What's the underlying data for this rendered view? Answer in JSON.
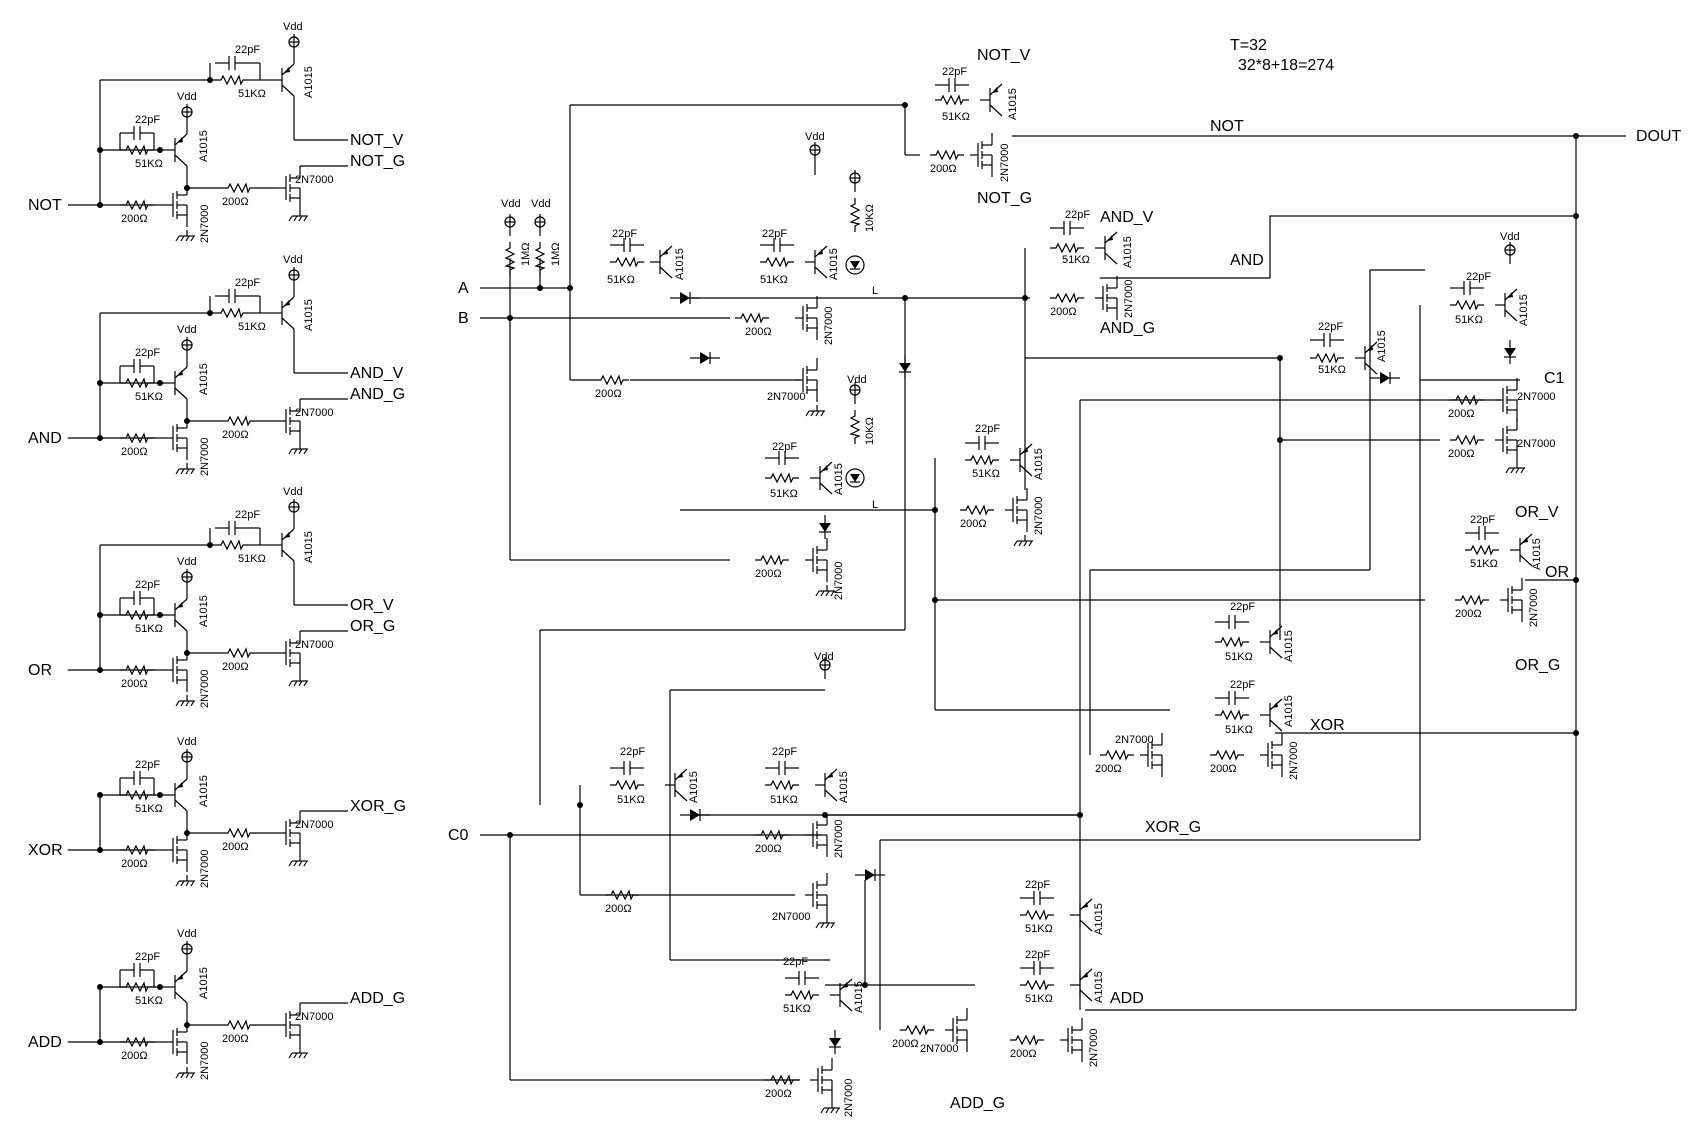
{
  "header": {
    "t_label": "T=32",
    "formula": "32*8+18=274"
  },
  "components": {
    "vdd": "Vdd",
    "cap": "22pF",
    "r51k": "51KΩ",
    "r200": "200Ω",
    "r1m": "1MΩ",
    "r10k": "10KΩ",
    "pnp": "A1015",
    "nfet": "2N7000",
    "led_mark": "L"
  },
  "left_cells": [
    {
      "input": "NOT",
      "out_v": "NOT_V",
      "out_g": "NOT_G"
    },
    {
      "input": "AND",
      "out_v": "AND_V",
      "out_g": "AND_G"
    },
    {
      "input": "OR",
      "out_v": "OR_V",
      "out_g": "OR_G"
    },
    {
      "input": "XOR",
      "out_v": null,
      "out_g": "XOR_G"
    },
    {
      "input": "ADD",
      "out_v": null,
      "out_g": "ADD_G"
    }
  ],
  "main": {
    "inputs": {
      "a": "A",
      "b": "B",
      "c0": "C0"
    },
    "outputs": {
      "dout": "DOUT",
      "c1": "C1"
    },
    "nets": {
      "not": "NOT",
      "and": "AND",
      "or": "OR",
      "xor": "XOR",
      "add": "ADD",
      "not_v": "NOT_V",
      "not_g": "NOT_G",
      "and_v": "AND_V",
      "and_g": "AND_G",
      "or_v": "OR_V",
      "or_g": "OR_G",
      "xor_g": "XOR_G",
      "add_g": "ADD_G"
    }
  }
}
